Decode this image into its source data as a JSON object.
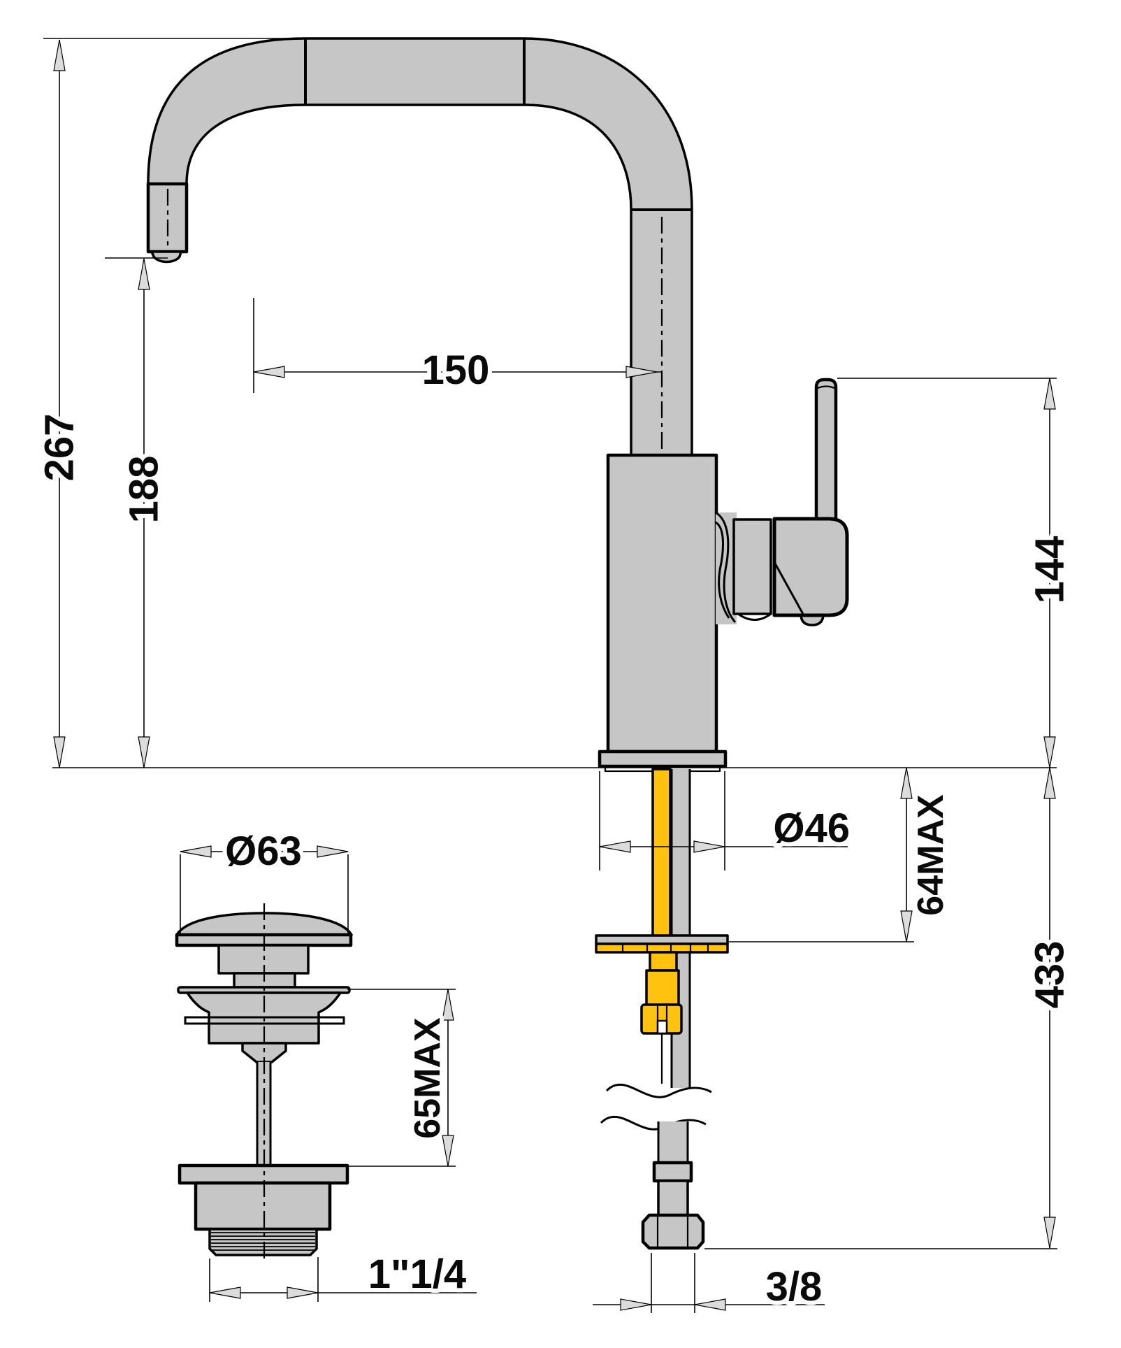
{
  "drawing": {
    "type": "technical-dimension-drawing",
    "subject": "single-lever basin mixer tap with L-spout, flexible supply hose and pop-up waste",
    "background": "#ffffff"
  },
  "colors": {
    "metal_fill": "#c6c6c6",
    "fitting_fill": "#ffc20e",
    "outline": "#000000",
    "arrow_fill": "#dcdcdc",
    "text": "#0a0a0a"
  },
  "dims": {
    "overall_height": "267",
    "spout_outlet_height": "188",
    "spout_reach": "150",
    "handle_height": "144",
    "base_diameter": "Ø46",
    "deck_thickness_max": "64MAX",
    "supply_hose_length": "433",
    "waste_cap_diameter": "Ø63",
    "basin_thickness_max": "65MAX",
    "waste_thread": "1\"1/4",
    "supply_thread": "3/8"
  }
}
